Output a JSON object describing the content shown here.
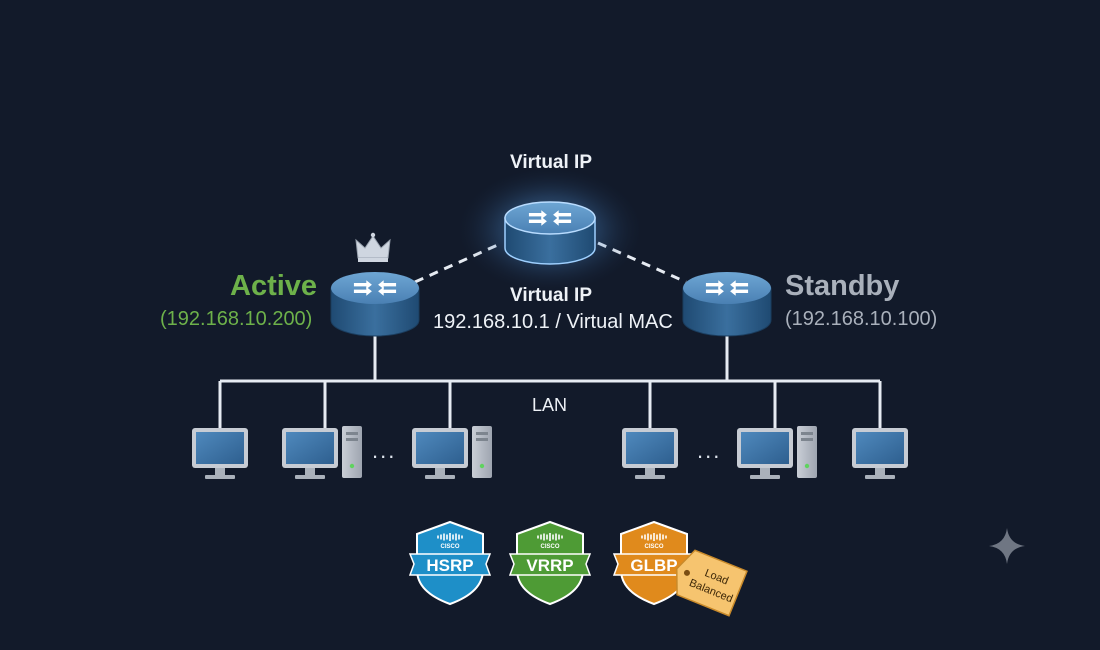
{
  "diagram": {
    "virtual_router": {
      "title": "Virtual IP",
      "subtitle": "Virtual IP",
      "address": "192.168.10.1 / Virtual MAC"
    },
    "active_router": {
      "label": "Active",
      "ip": "(192.168.10.200)",
      "marker_icon": "crown-icon"
    },
    "standby_router": {
      "label": "Standby",
      "ip": "(192.168.10.100)"
    },
    "lan_label": "LAN",
    "ellipsis": "...",
    "protocols": [
      {
        "name": "HSRP",
        "vendor": "CISCO",
        "color": "#1e8fc8"
      },
      {
        "name": "VRRP",
        "vendor": "CISCO",
        "color": "#4e9b35"
      },
      {
        "name": "GLBP",
        "vendor": "CISCO",
        "color": "#e08a1c"
      }
    ],
    "load_tag": {
      "line1": "Load",
      "line2": "Balanced"
    }
  },
  "colors": {
    "background": "#121a2a",
    "active": "#6db14a",
    "standby": "#a9b0bb",
    "router_body": "#2d5f8d",
    "router_top": "#5b93c2",
    "link": "#e6ebf2"
  }
}
